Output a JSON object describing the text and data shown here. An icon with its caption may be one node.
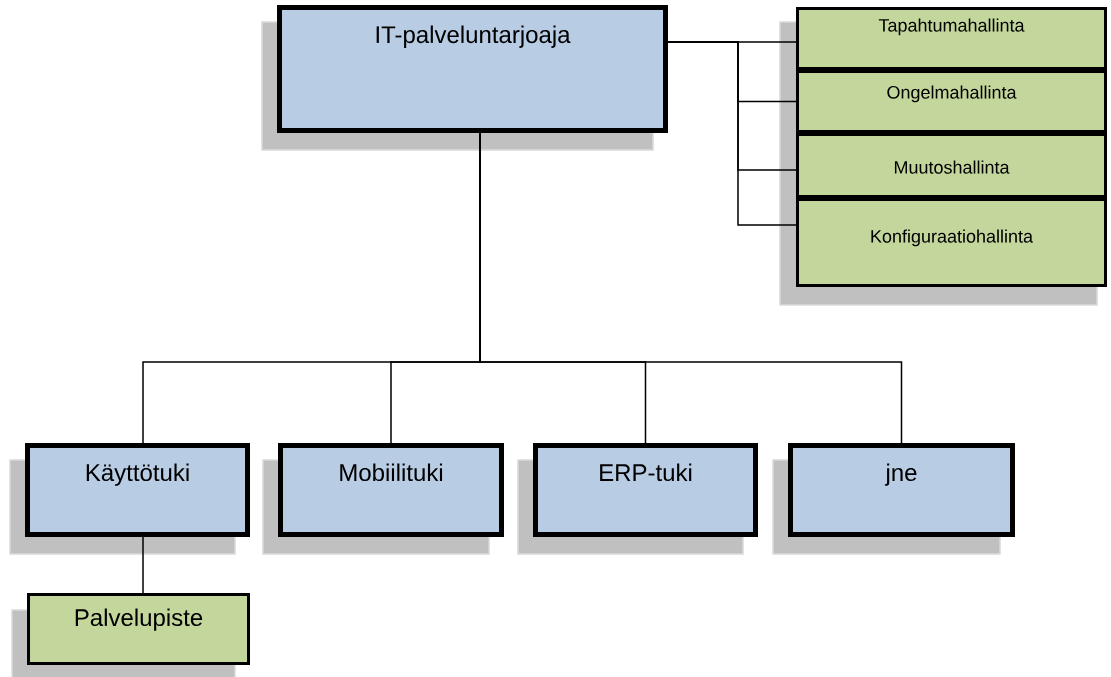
{
  "diagram": {
    "nodes": [
      {
        "text": [
          "IT-palveluntarjoaja"
        ]
      },
      {
        "text": [
          "Tapahtumahallinta"
        ]
      },
      {
        "text": [
          "Ongelmahallinta"
        ]
      },
      {
        "text": [
          "Muutoshallinta"
        ]
      },
      {
        "text": [
          "Konfiguraatiohallinta"
        ]
      },
      {
        "text": [
          "Käyttötuki"
        ]
      },
      {
        "text": [
          "Mobiilituki"
        ]
      },
      {
        "text": [
          "ERP-tuki"
        ]
      },
      {
        "text": [
          "jne"
        ]
      },
      {
        "text": [
          "Palvelupiste"
        ]
      }
    ],
    "edges": [
      {
        "from": 0,
        "to": 1,
        "arrow": "none"
      },
      {
        "from": 0,
        "to": 2,
        "arrow": "none"
      },
      {
        "from": 0,
        "to": 3,
        "arrow": "none"
      },
      {
        "from": 0,
        "to": 4,
        "arrow": "none"
      },
      {
        "from": 0,
        "to": 5,
        "arrow": "none"
      },
      {
        "from": 0,
        "to": 6,
        "arrow": "none"
      },
      {
        "from": 0,
        "to": 7,
        "arrow": "none"
      },
      {
        "from": 0,
        "to": 8,
        "arrow": "none"
      },
      {
        "from": 5,
        "to": 9,
        "arrow": "none"
      }
    ]
  }
}
